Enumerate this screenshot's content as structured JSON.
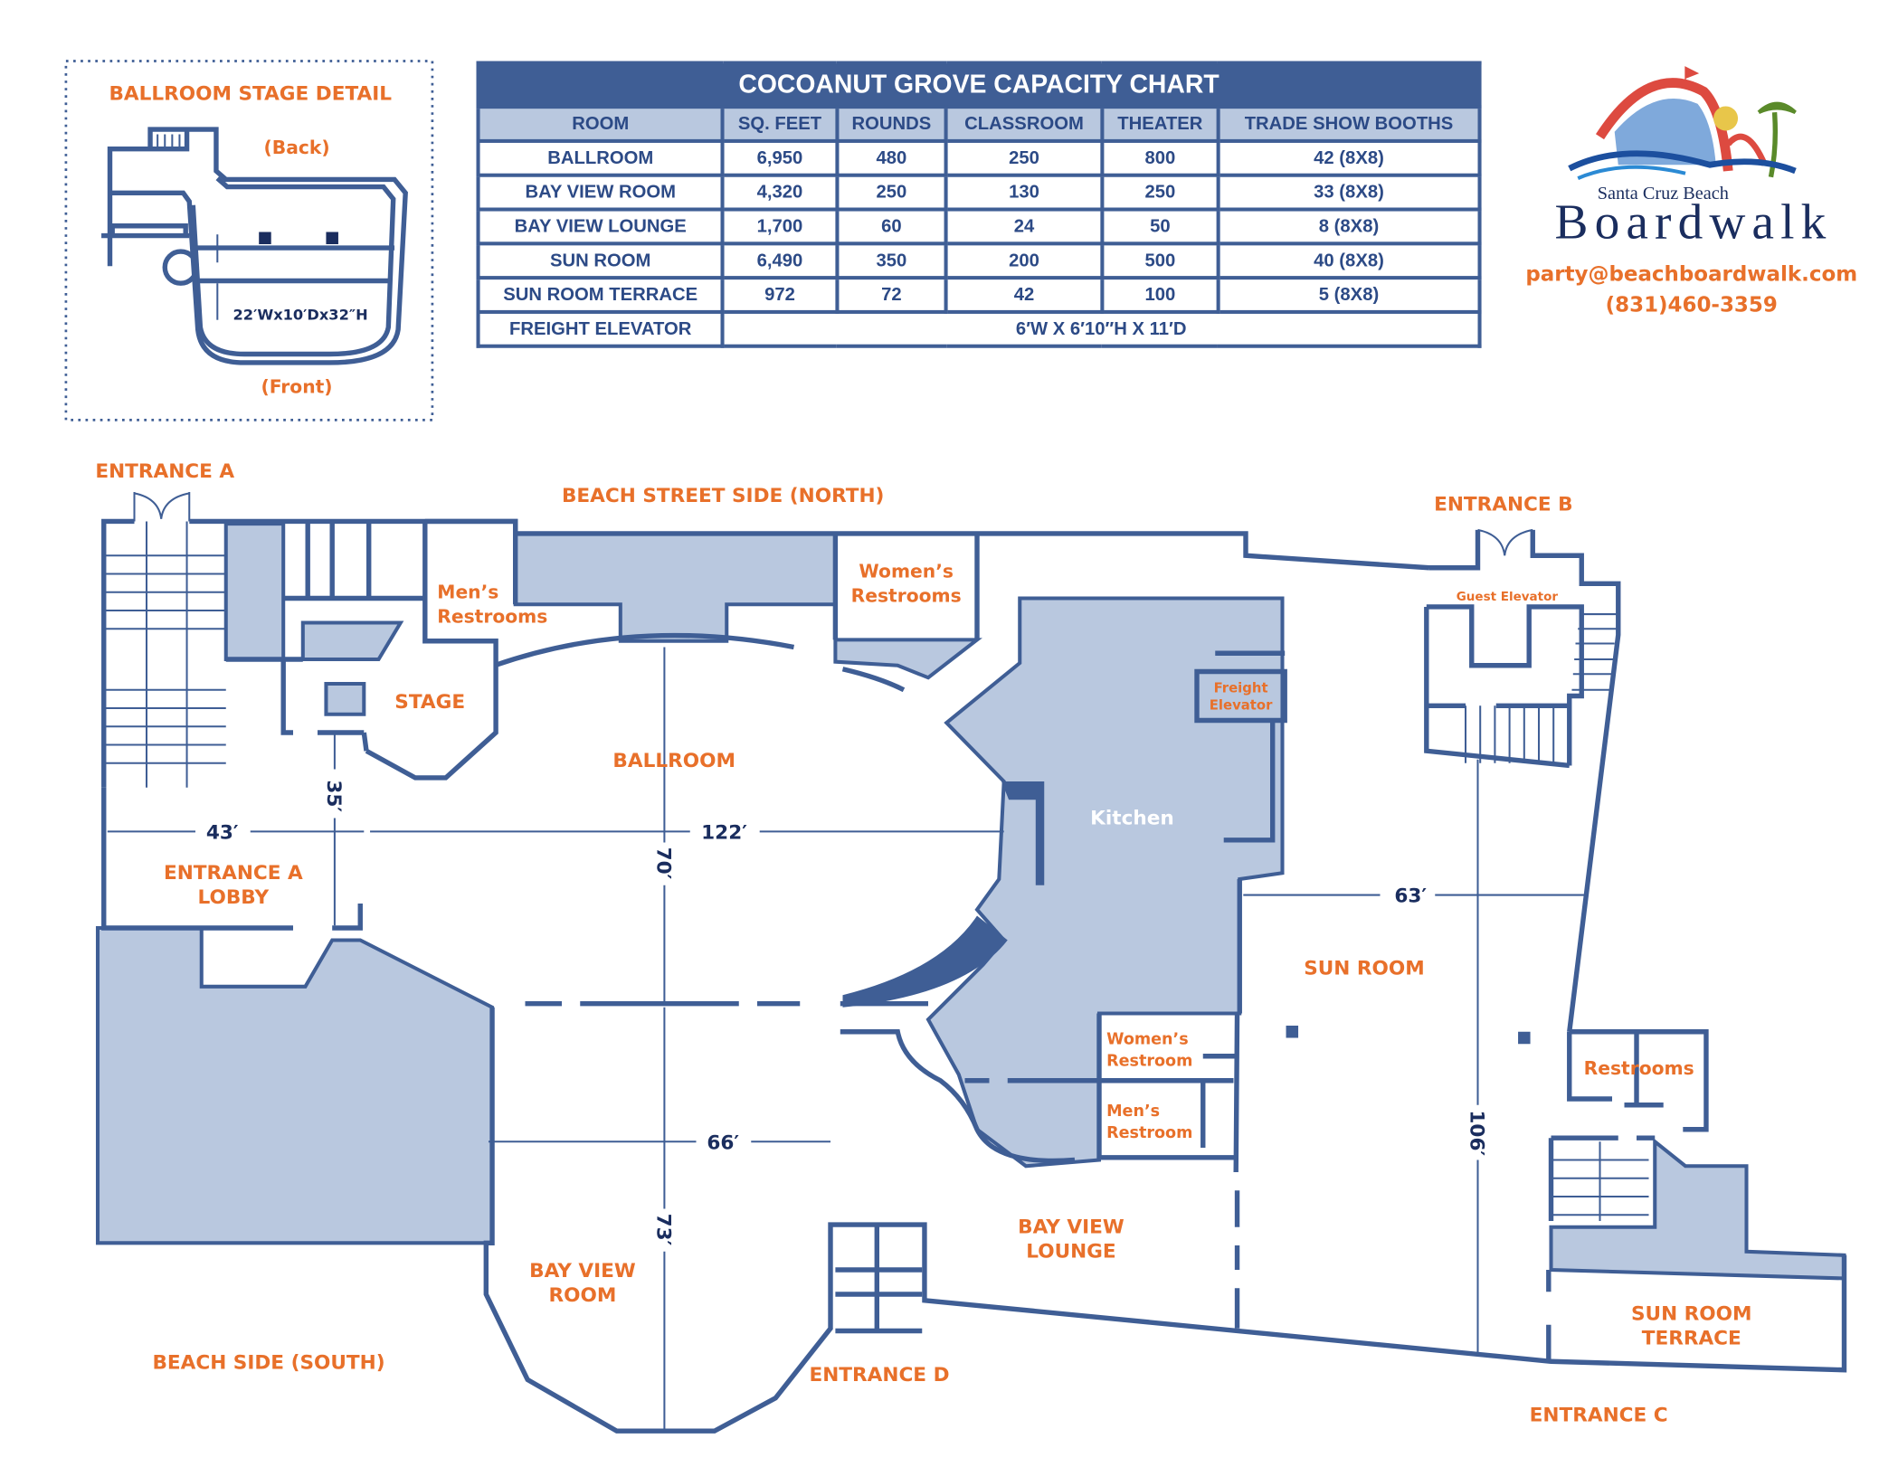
{
  "stage_detail": {
    "title": "BALLROOM STAGE DETAIL",
    "back": "(Back)",
    "front": "(Front)",
    "dimensions": "22′Wx10′Dx32″H"
  },
  "capacity_chart": {
    "title": "COCOANUT GROVE CAPACITY CHART",
    "headers": [
      "ROOM",
      "SQ. FEET",
      "ROUNDS",
      "CLASSROOM",
      "THEATER",
      "TRADE SHOW BOOTHS"
    ],
    "rows": [
      [
        "BALLROOM",
        "6,950",
        "480",
        "250",
        "800",
        "42 (8X8)"
      ],
      [
        "BAY VIEW ROOM",
        "4,320",
        "250",
        "130",
        "250",
        "33 (8X8)"
      ],
      [
        "BAY VIEW LOUNGE",
        "1,700",
        "60",
        "24",
        "50",
        "8 (8X8)"
      ],
      [
        "SUN ROOM",
        "6,490",
        "350",
        "200",
        "500",
        "40 (8X8)"
      ],
      [
        "SUN ROOM TERRACE",
        "972",
        "72",
        "42",
        "100",
        "5 (8X8)"
      ]
    ],
    "freight": {
      "label": "FREIGHT ELEVATOR",
      "value": "6′W X 6′10″H X 11′D"
    }
  },
  "logo": {
    "line1": "Santa Cruz Beach",
    "line2": "Boardwalk"
  },
  "contact": {
    "email": "party@beachboardwalk.com",
    "phone": "(831)460-3359"
  },
  "floorplan": {
    "entrance_a": "ENTRANCE A",
    "entrance_b": "ENTRANCE B",
    "entrance_c": "ENTRANCE C",
    "entrance_d": "ENTRANCE D",
    "north": "BEACH STREET SIDE (NORTH)",
    "south": "BEACH SIDE (SOUTH)",
    "mens_restrooms": [
      "Men’s",
      "Restrooms"
    ],
    "womens_restrooms": [
      "Women’s",
      "Restrooms"
    ],
    "stage": "STAGE",
    "ballroom": "BALLROOM",
    "kitchen": "Kitchen",
    "freight_elevator": [
      "Freight",
      "Elevator"
    ],
    "guest_elevator": "Guest Elevator",
    "lobby": [
      "ENTRANCE A",
      "LOBBY"
    ],
    "sun_room": "SUN ROOM",
    "womens_restroom": [
      "Women’s",
      "Restroom"
    ],
    "mens_restroom": [
      "Men’s",
      "Restroom"
    ],
    "restrooms": "Restrooms",
    "bay_view_lounge": [
      "BAY VIEW",
      "LOUNGE"
    ],
    "bay_view_room": [
      "BAY VIEW",
      "ROOM"
    ],
    "sun_room_terrace": [
      "SUN ROOM",
      "TERRACE"
    ],
    "dims": {
      "d43": "43′",
      "d35": "35′",
      "d122": "122′",
      "d70": "70′",
      "d66": "66′",
      "d73": "73′",
      "d63": "63′",
      "d106": "106′"
    }
  },
  "colors": {
    "blue": "#3f5e95",
    "fill": "#b9c8df",
    "orange": "#e8702a",
    "navy": "#1a2d5e"
  }
}
